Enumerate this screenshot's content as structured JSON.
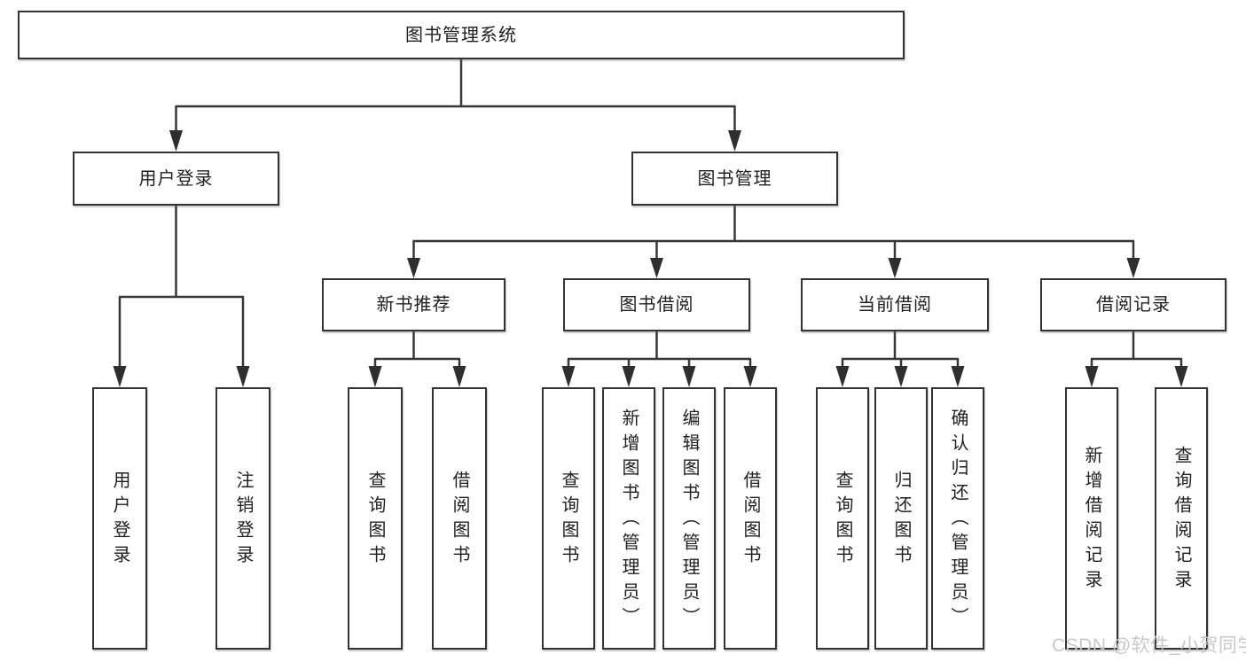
{
  "tree": {
    "root": {
      "label": "图书管理系统"
    },
    "children": [
      {
        "label": "用户登录",
        "children": [
          {
            "label": "用户登录"
          },
          {
            "label": "注销登录"
          }
        ]
      },
      {
        "label": "图书管理",
        "children": [
          {
            "label": "新书推荐",
            "children": [
              {
                "label": "查询图书"
              },
              {
                "label": "借阅图书"
              }
            ]
          },
          {
            "label": "图书借阅",
            "children": [
              {
                "label": "查询图书"
              },
              {
                "label": "新增图书（管理员）"
              },
              {
                "label": "编辑图书（管理员）"
              },
              {
                "label": "借阅图书"
              }
            ]
          },
          {
            "label": "当前借阅",
            "children": [
              {
                "label": "查询图书"
              },
              {
                "label": "归还图书"
              },
              {
                "label": "确认归还（管理员）"
              }
            ]
          },
          {
            "label": "借阅记录",
            "children": [
              {
                "label": "新增借阅记录"
              },
              {
                "label": "查询借阅记录"
              }
            ]
          }
        ]
      }
    ]
  },
  "watermark": {
    "text": "CSDN @软件_小贺同学"
  },
  "colors": {
    "line": "#363636",
    "arrow": "#2f2f2f",
    "box_border": "#333333",
    "text": "#1f1f1f",
    "watermark": "#c8c8c8",
    "background": "#ffffff"
  }
}
